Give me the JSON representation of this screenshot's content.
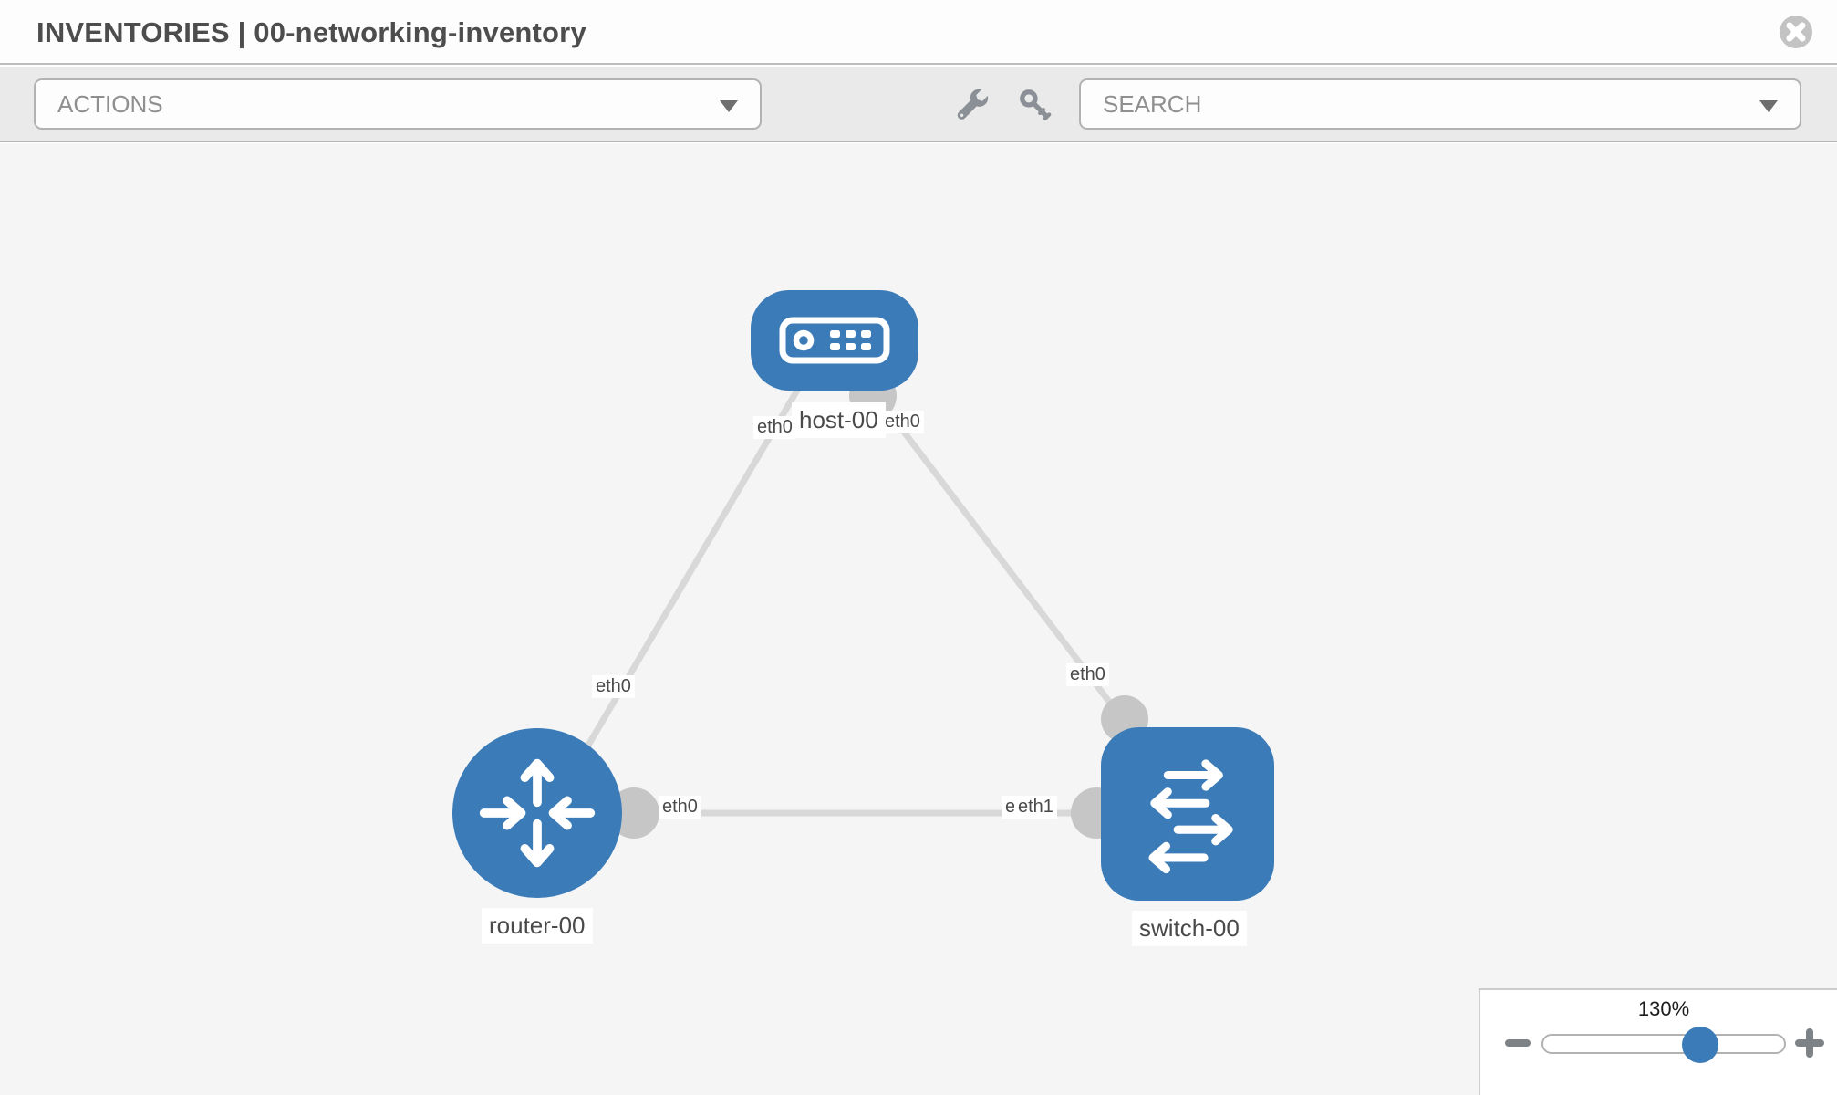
{
  "header": {
    "title": "INVENTORIES | 00-networking-inventory"
  },
  "toolbar": {
    "actions_label": "ACTIONS",
    "search_placeholder": "SEARCH",
    "icons": [
      "wrench-icon",
      "key-icon"
    ]
  },
  "topology": {
    "nodes": [
      {
        "id": "host-00",
        "label": "host-00",
        "type": "host"
      },
      {
        "id": "router-00",
        "label": "router-00",
        "type": "router"
      },
      {
        "id": "switch-00",
        "label": "switch-00",
        "type": "switch"
      }
    ],
    "links": [
      {
        "from": "host-00",
        "from_if": "eth0",
        "to": "router-00",
        "to_if": "eth0"
      },
      {
        "from": "host-00",
        "from_if": "eth0",
        "to": "switch-00",
        "to_if": "eth0"
      },
      {
        "from": "router-00",
        "from_if": "eth0",
        "to": "switch-00",
        "to_if": "eth1"
      }
    ],
    "interface_labels": {
      "host_left": "eth0",
      "host_right": "eth0",
      "router_diag": "eth0",
      "router_right": "eth0",
      "switch_left_under": "eth0",
      "switch_left_over": "eth1",
      "switch_diag": "eth0"
    }
  },
  "zoom_control": {
    "value": "130%"
  },
  "colors": {
    "node_blue": "#3a7bb8",
    "edge_gray": "#d8d8d8",
    "dot_gray": "#c6c6c6",
    "toolbar_gray": "#eaeaea",
    "canvas_bg": "#f5f5f6"
  }
}
